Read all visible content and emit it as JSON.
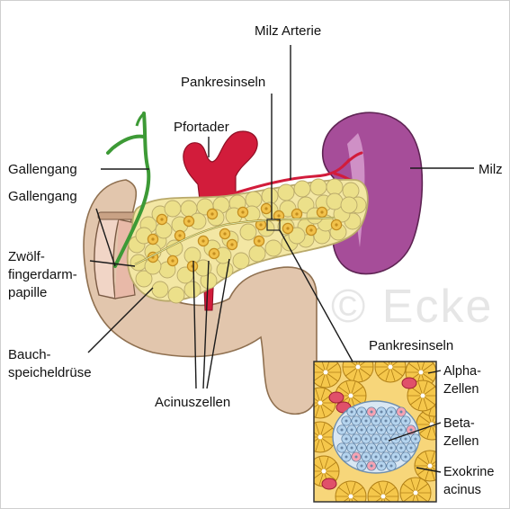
{
  "title": "",
  "watermark": "© Ecke",
  "colors": {
    "duodenum": "#e2c6ad",
    "duodenum_inner": "#f1d5c6",
    "pancreas": "#f3e7a4",
    "pancreas_lobule": "#ece08a",
    "pancreas_outline": "#b9a96a",
    "acinus": "#f1c14a",
    "acinus_ring": "#c38d1f",
    "vessel_red": "#d21c3b",
    "spleen": "#a64d99",
    "spleen_light": "#cf90c6",
    "bile_duct": "#3d9a36",
    "alpha_cell": "#f5a3b3",
    "beta_cell": "#b5d4ee",
    "exocrine_cell": "#f5c74b"
  },
  "labels": {
    "milz_arterie": "Milz Arterie",
    "pankresinseln_top": "Pankresinseln",
    "pfortader": "Pfortader",
    "milz": "Milz",
    "gallengang_1": "Gallengang",
    "gallengang_2": "Gallengang",
    "papille_line1": "Zwölf-",
    "papille_line2": "fingerdarm-",
    "papille_line3": "papille",
    "bauch_line1": "Bauch-",
    "bauch_line2": "speicheldrüse",
    "acinuszellen": "Acinuszellen",
    "inset_title": "Pankresinseln",
    "alpha_line1": "Alpha-",
    "alpha_line2": "Zellen",
    "beta_line1": "Beta-",
    "beta_line2": "Zellen",
    "exo_line1": "Exokrine",
    "exo_line2": "acinus"
  }
}
